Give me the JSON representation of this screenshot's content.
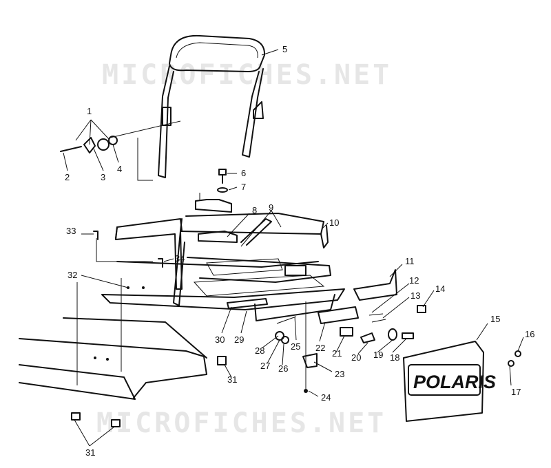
{
  "watermark": {
    "top": "MICROFICHES.NET",
    "bottom": "MICROFICHES.NET"
  },
  "brand_logo": "POLARIS",
  "callouts": [
    {
      "id": "c1",
      "label": "1"
    },
    {
      "id": "c2",
      "label": "2"
    },
    {
      "id": "c3",
      "label": "3"
    },
    {
      "id": "c4",
      "label": "4"
    },
    {
      "id": "c5",
      "label": "5"
    },
    {
      "id": "c6",
      "label": "6"
    },
    {
      "id": "c7",
      "label": "7"
    },
    {
      "id": "c8",
      "label": "8"
    },
    {
      "id": "c9",
      "label": "9"
    },
    {
      "id": "c10",
      "label": "10"
    },
    {
      "id": "c11",
      "label": "11"
    },
    {
      "id": "c12",
      "label": "12"
    },
    {
      "id": "c13",
      "label": "13"
    },
    {
      "id": "c14",
      "label": "14"
    },
    {
      "id": "c15",
      "label": "15"
    },
    {
      "id": "c16",
      "label": "16"
    },
    {
      "id": "c17",
      "label": "17"
    },
    {
      "id": "c18",
      "label": "18"
    },
    {
      "id": "c19",
      "label": "19"
    },
    {
      "id": "c20",
      "label": "20"
    },
    {
      "id": "c21",
      "label": "21"
    },
    {
      "id": "c22",
      "label": "22"
    },
    {
      "id": "c23",
      "label": "23"
    },
    {
      "id": "c24",
      "label": "24"
    },
    {
      "id": "c25",
      "label": "25"
    },
    {
      "id": "c26",
      "label": "26"
    },
    {
      "id": "c27",
      "label": "27"
    },
    {
      "id": "c28",
      "label": "28"
    },
    {
      "id": "c29",
      "label": "29"
    },
    {
      "id": "c30",
      "label": "30"
    },
    {
      "id": "c31a",
      "label": "31"
    },
    {
      "id": "c31b",
      "label": "31"
    },
    {
      "id": "c32",
      "label": "32"
    },
    {
      "id": "c33",
      "label": "33"
    },
    {
      "id": "c34",
      "label": "34"
    }
  ]
}
